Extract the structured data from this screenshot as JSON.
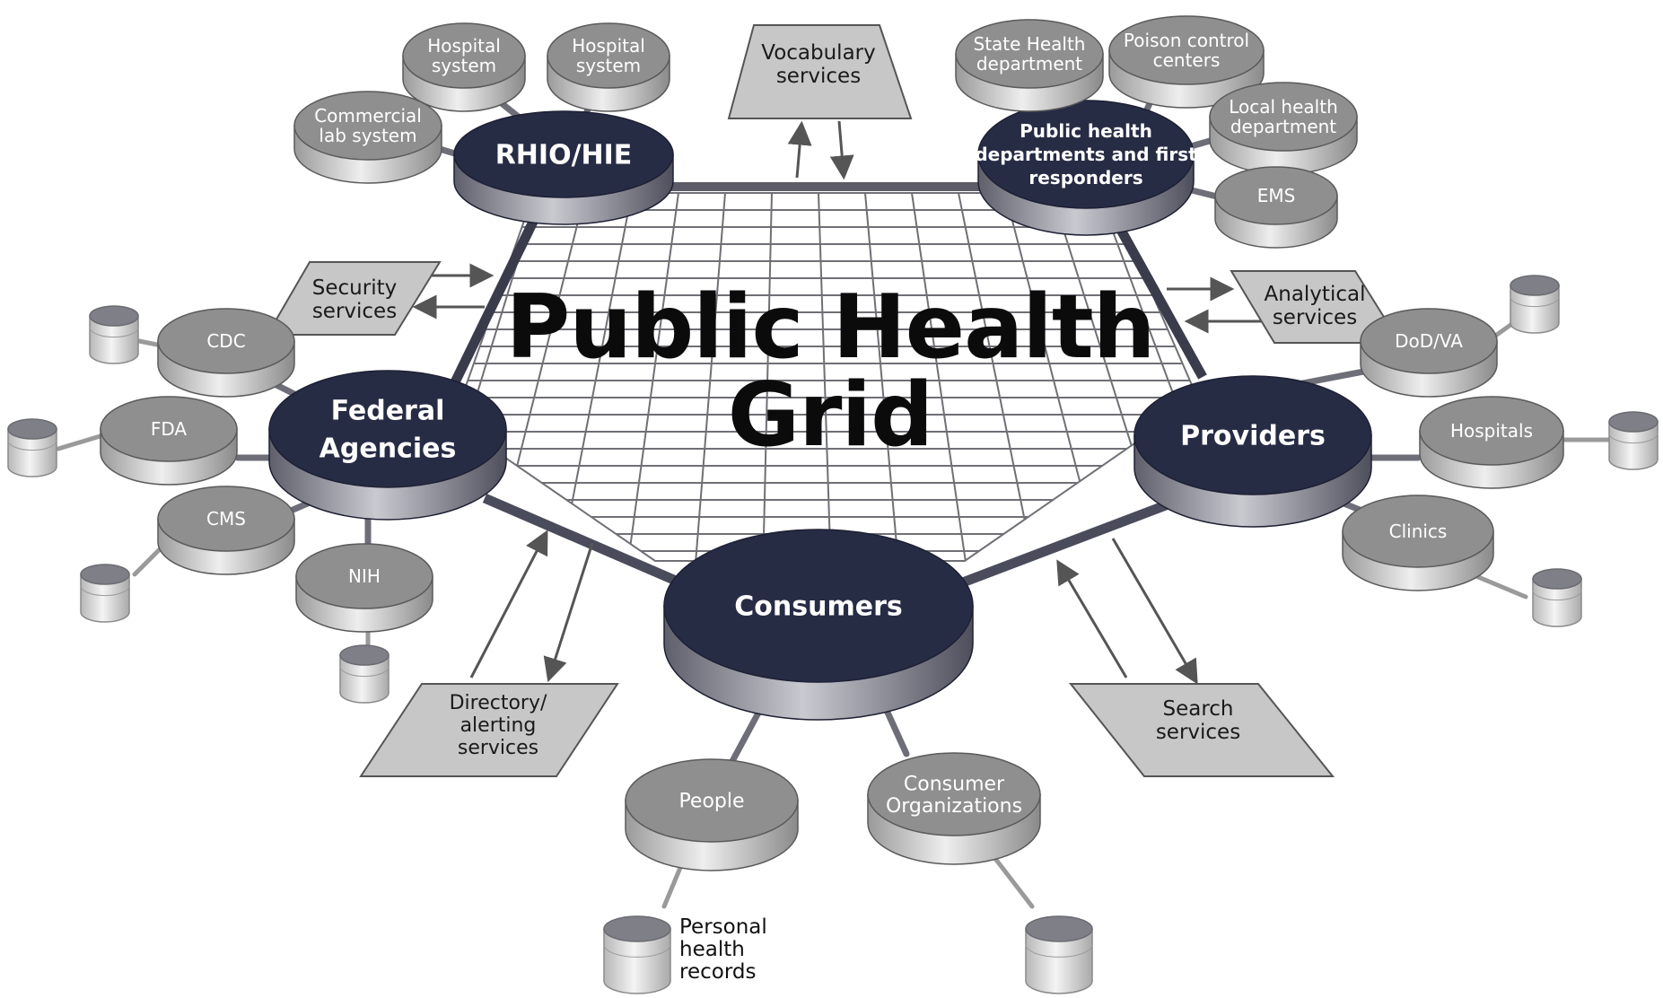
{
  "title": [
    "Public Health",
    "Grid"
  ],
  "hubs": {
    "rhio": {
      "lines": [
        "RHIO/HIE"
      ]
    },
    "public_health": {
      "lines": [
        "Public health",
        "departments and first",
        "responders"
      ]
    },
    "federal": {
      "lines": [
        "Federal",
        "Agencies"
      ]
    },
    "providers": {
      "lines": [
        "Providers"
      ]
    },
    "consumers": {
      "lines": [
        "Consumers"
      ]
    }
  },
  "satellites": {
    "hospital_system_1": {
      "lines": [
        "Hospital",
        "system"
      ]
    },
    "hospital_system_2": {
      "lines": [
        "Hospital",
        "system"
      ]
    },
    "commercial_lab": {
      "lines": [
        "Commercial",
        "lab system"
      ]
    },
    "state_health": {
      "lines": [
        "State Health",
        "department"
      ]
    },
    "poison_control": {
      "lines": [
        "Poison control",
        "centers"
      ]
    },
    "local_health": {
      "lines": [
        "Local health",
        "department"
      ]
    },
    "ems": {
      "lines": [
        "EMS"
      ]
    },
    "cdc": {
      "lines": [
        "CDC"
      ]
    },
    "fda": {
      "lines": [
        "FDA"
      ]
    },
    "cms": {
      "lines": [
        "CMS"
      ]
    },
    "nih": {
      "lines": [
        "NIH"
      ]
    },
    "dod_va": {
      "lines": [
        "DoD/VA"
      ]
    },
    "hospitals": {
      "lines": [
        "Hospitals"
      ]
    },
    "clinics": {
      "lines": [
        "Clinics"
      ]
    },
    "people": {
      "lines": [
        "People"
      ]
    },
    "consumer_orgs": {
      "lines": [
        "Consumer",
        "Organizations"
      ]
    }
  },
  "services": {
    "vocabulary": {
      "lines": [
        "Vocabulary",
        "services"
      ]
    },
    "security": {
      "lines": [
        "Security",
        "services"
      ]
    },
    "analytical": {
      "lines": [
        "Analytical",
        "services"
      ]
    },
    "directory": {
      "lines": [
        "Directory/",
        "alerting",
        "services"
      ]
    },
    "search": {
      "lines": [
        "Search",
        "services"
      ]
    }
  },
  "labels": {
    "personal_health_records": {
      "lines": [
        "Personal",
        "health",
        "records"
      ]
    }
  },
  "colors": {
    "hub_fill": "#272c45",
    "hub_side": "#7b7c86",
    "satellite_fill": "#8f8f8f",
    "satellite_side": "#c4c4c4",
    "service_fill": "#c7c7c7",
    "grid_line": "#6f6f76",
    "connector": "#5b5c68"
  }
}
